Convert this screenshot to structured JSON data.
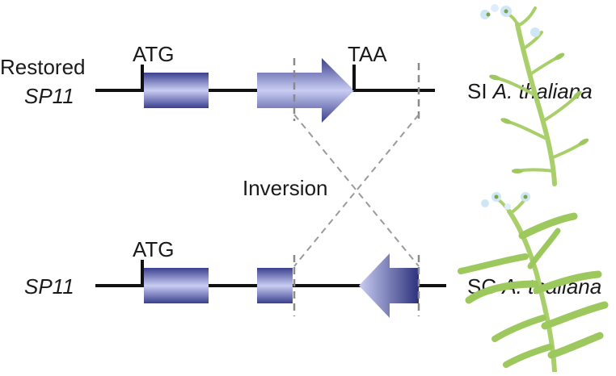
{
  "top_construct": {
    "label_line1": "Restored",
    "label_line2": "SP11",
    "start_codon": "ATG",
    "stop_codon": "TAA",
    "phenotype_prefix": "SI ",
    "phenotype_species": "A. thaliana"
  },
  "middle": {
    "event_label": "Inversion"
  },
  "bottom_construct": {
    "label": "SP11",
    "start_codon": "ATG",
    "phenotype_prefix": "SC ",
    "phenotype_species": "A. thaliana"
  },
  "colors": {
    "exon_dark": "#3a3f8f",
    "exon_light": "#c9cdf2",
    "stem": "#a9cf6b",
    "leaf": "#9cc85d",
    "flower": "#cfe6f5",
    "line": "#111111",
    "dashed": "#999999"
  }
}
